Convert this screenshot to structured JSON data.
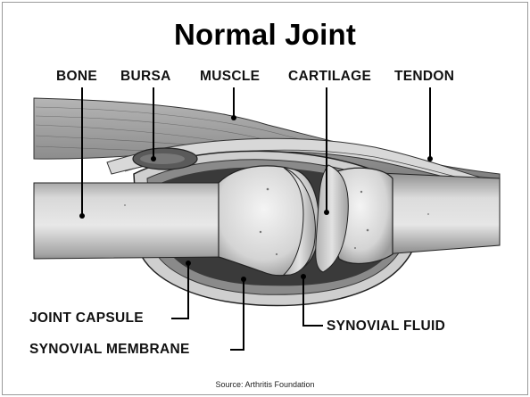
{
  "title": "Normal Joint",
  "labels": {
    "bone": "BONE",
    "bursa": "BURSA",
    "muscle": "MUSCLE",
    "cartilage": "CARTILAGE",
    "tendon": "TENDON",
    "joint_capsule": "JOINT CAPSULE",
    "synovial_fluid": "SYNOVIAL FLUID",
    "synovial_membrane": "SYNOVIAL MEMBRANE"
  },
  "source": "Source: Arthritis Foundation"
}
